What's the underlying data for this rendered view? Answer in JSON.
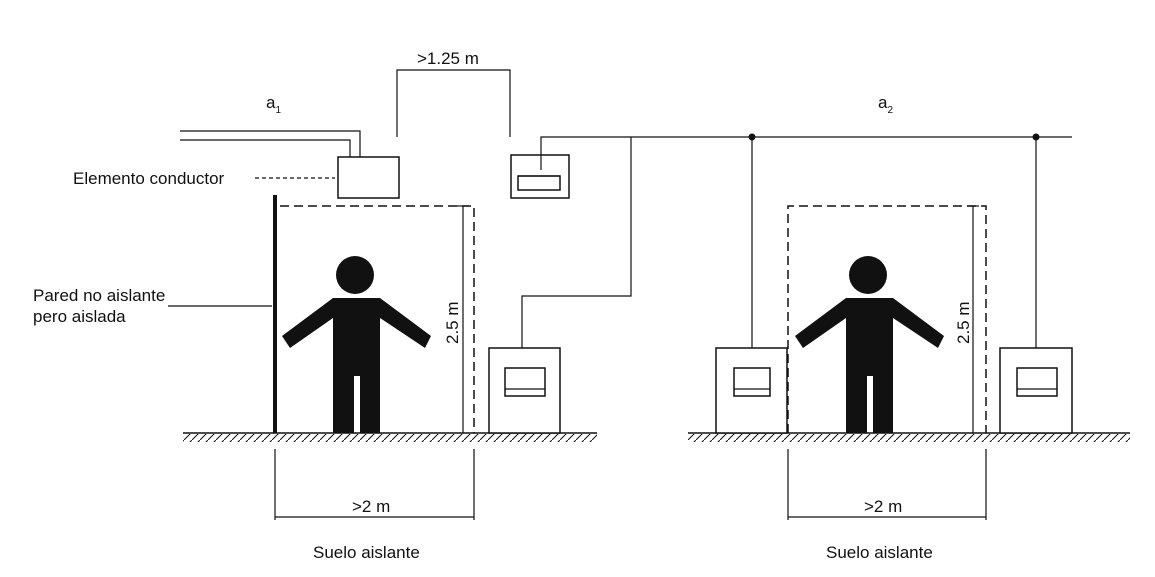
{
  "diagram": {
    "left": {
      "name": "a",
      "subscript": "1",
      "gap_label": ">1.25 m",
      "conductor_label": "Elemento conductor",
      "wall_label_line1": "Pared no aislante",
      "wall_label_line2": "pero aislada",
      "height_label": "2.5 m",
      "width_label": ">2 m",
      "floor_label": "Suelo aislante"
    },
    "right": {
      "name": "a",
      "subscript": "2",
      "height_label": "2.5 m",
      "width_label": ">2 m",
      "floor_label": "Suelo aislante"
    }
  }
}
